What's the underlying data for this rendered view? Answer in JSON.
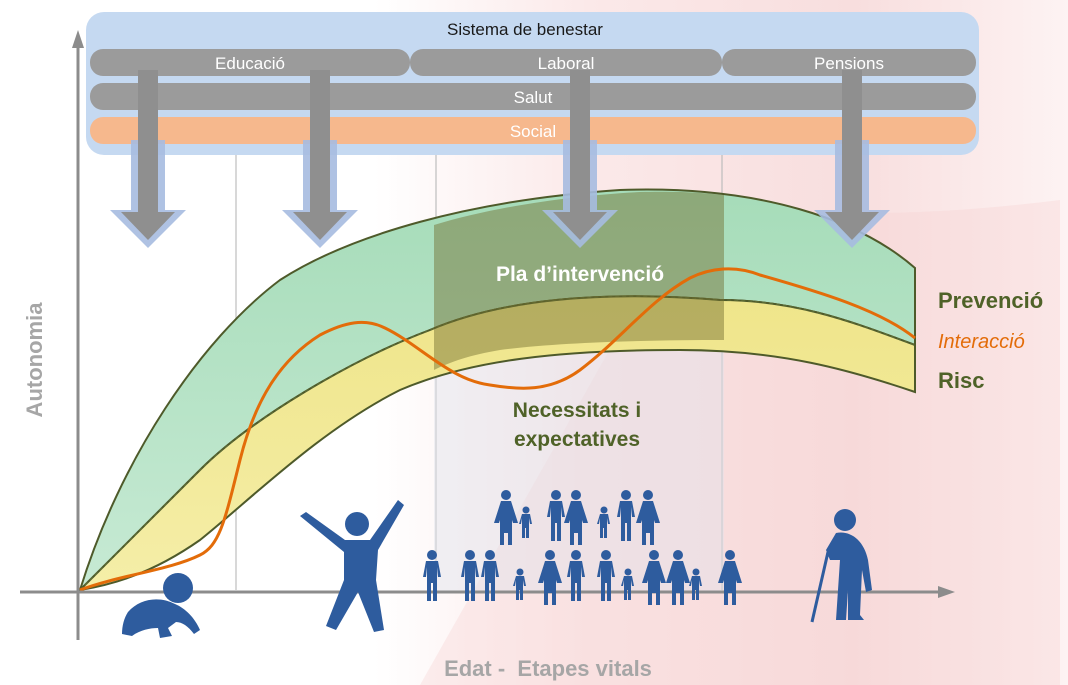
{
  "system": {
    "title": "Sistema de benestar",
    "bars": {
      "educacio": "Educació",
      "laboral": "Laboral",
      "pensions": "Pensions",
      "salut": "Salut",
      "social": "Social"
    }
  },
  "axes": {
    "y_label": "Autonomia",
    "x_label": "Edat -  Etapes vitals"
  },
  "regions": {
    "plan": "Pla d’intervenció",
    "needs_line1": "Necessitats i",
    "needs_line2": "expectatives"
  },
  "legend": {
    "prevencio": "Prevenció",
    "interaccio": "Interacció",
    "risc": "Risc"
  },
  "colors": {
    "system_bg": "#c5d9f1",
    "bar_gray": "#9b9b9b",
    "social_bar": "#f6b88d",
    "prevention_band": "#a9dfbf",
    "risk_band": "#f0e58c",
    "interaction_line": "#e36c09",
    "band_outline": "#4e5a2a",
    "label_green": "#4f6228",
    "figures": "#2e5c9e",
    "axis": "#8c8c8c"
  },
  "icons": [
    "baby-crawling-icon",
    "child-jumping-icon",
    "families-group-icon",
    "elderly-with-cane-icon"
  ]
}
